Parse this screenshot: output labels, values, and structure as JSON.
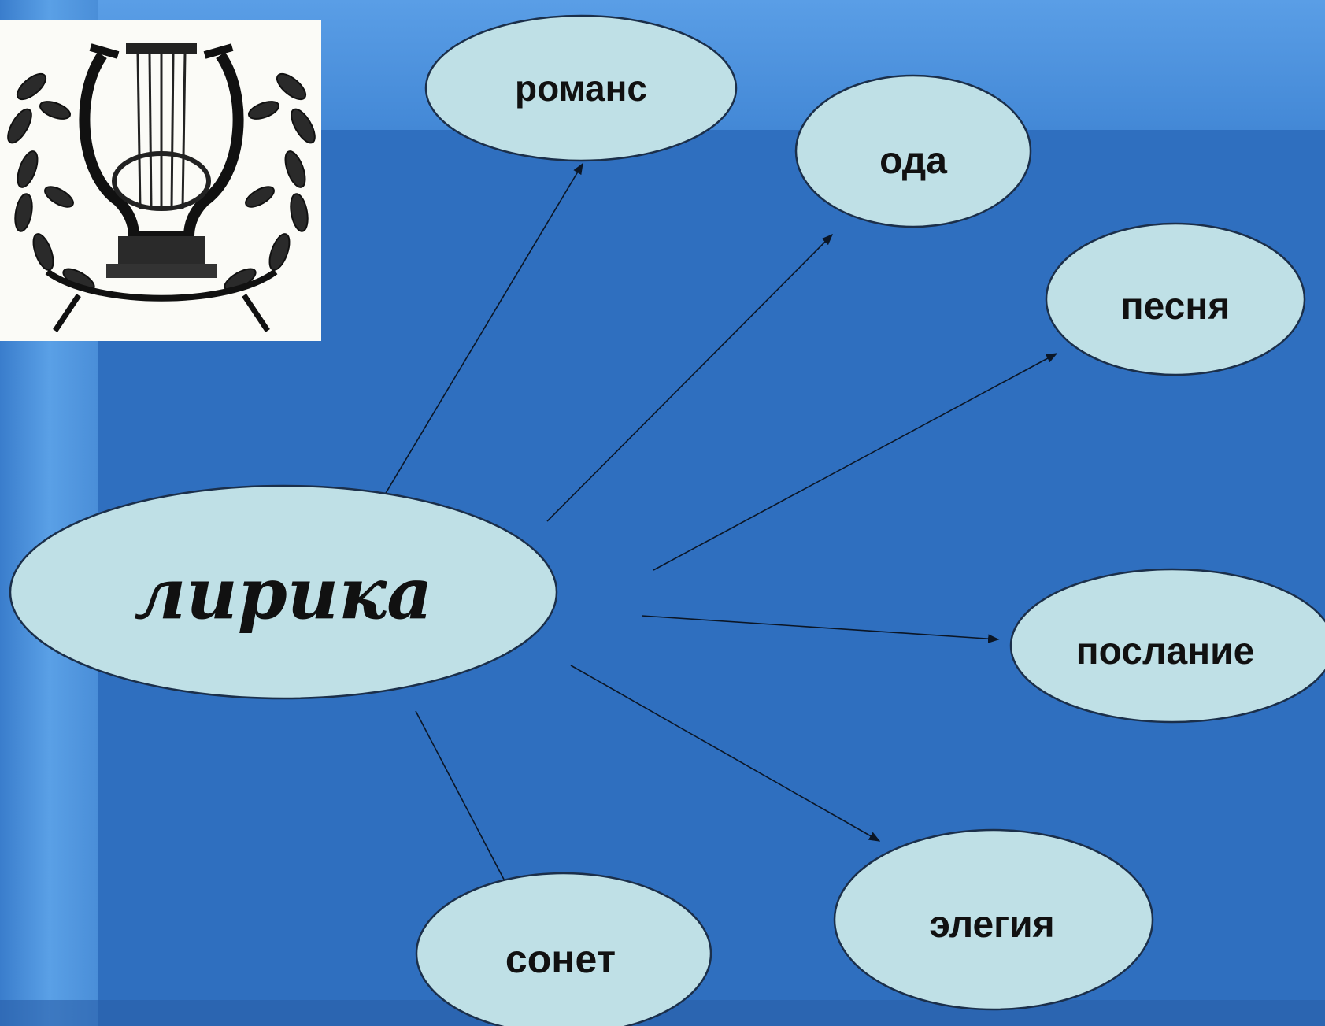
{
  "diagram": {
    "central": {
      "label": "лирика"
    },
    "nodes": [
      {
        "id": "romance",
        "label": "романс"
      },
      {
        "id": "ode",
        "label": "ода"
      },
      {
        "id": "song",
        "label": "песня"
      },
      {
        "id": "epistle",
        "label": "послание"
      },
      {
        "id": "elegy",
        "label": "элегия"
      },
      {
        "id": "sonnet",
        "label": "сонет"
      }
    ]
  },
  "emblem": {
    "icon": "lyre-with-laurel-wreath-icon"
  },
  "colors": {
    "background_main": "#2f6fbf",
    "background_top_band": "#4b90de",
    "background_left_band": "#4a8ed8",
    "ellipse_fill": "#bfe0e6",
    "ellipse_stroke": "#1b2f4a",
    "text": "#111111",
    "arrow": "#0b1626"
  }
}
